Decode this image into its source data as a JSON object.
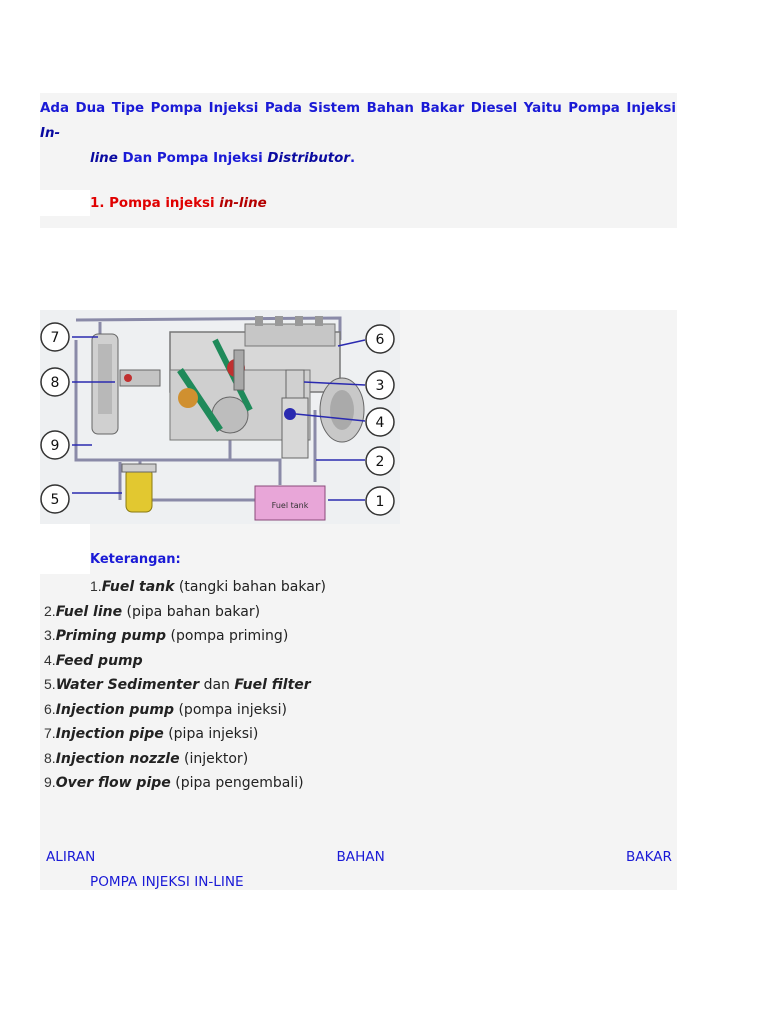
{
  "intro": {
    "line1_start": "Ada Dua Tipe Pompa Injeksi Pada Sistem Bahan Bakar Diesel Yaitu Pompa Injeksi",
    "line1_emph": "In-",
    "line2_emph": "line",
    "line2_mid": "Dan Pompa Injeksi",
    "line2_emph2": "Distributor",
    "line2_end": "."
  },
  "section": {
    "heading_prefix": "1. Pompa injeksi",
    "heading_emph": "in-line"
  },
  "diagram": {
    "labels": [
      "1",
      "2",
      "3",
      "4",
      "5",
      "6",
      "7",
      "8",
      "9"
    ],
    "tank_label": "Fuel tank",
    "colors": {
      "pipe": "#8a8aa8",
      "arrow": "#2a2ab0",
      "tank": "#e8a6d8",
      "filter": "#e2c830",
      "pump": "#d8d8d8",
      "green": "#1f8a5a"
    }
  },
  "keterangan": {
    "title": "Keterangan:",
    "items": [
      {
        "num": "1.",
        "term": "Fuel tank",
        "desc": " (tangki bahan bakar)"
      },
      {
        "num": "2.",
        "term": "Fuel line",
        "desc": " (pipa bahan bakar)"
      },
      {
        "num": "3.",
        "term": "Priming pump",
        "desc": " (pompa priming)"
      },
      {
        "num": "4.",
        "term": "Feed pump",
        "desc": ""
      },
      {
        "num": "5.",
        "term": "Water Sedimenter",
        "desc": " dan ",
        "term2": "Fuel filter"
      },
      {
        "num": "6.",
        "term": "Injection pump",
        "desc": " (pompa injeksi)"
      },
      {
        "num": "7.",
        "term": "Injection pipe",
        "desc": " (pipa injeksi)"
      },
      {
        "num": "8.",
        "term": "Injection nozzle",
        "desc": " (injektor)"
      },
      {
        "num": "9.",
        "term": "Over flow pipe",
        "desc": " (pipa pengembali)"
      }
    ]
  },
  "flow": {
    "word1": "ALIRAN",
    "word2": "BAHAN",
    "word3": "BAKAR",
    "line2": "POMPA INJEKSI IN-LINE"
  }
}
